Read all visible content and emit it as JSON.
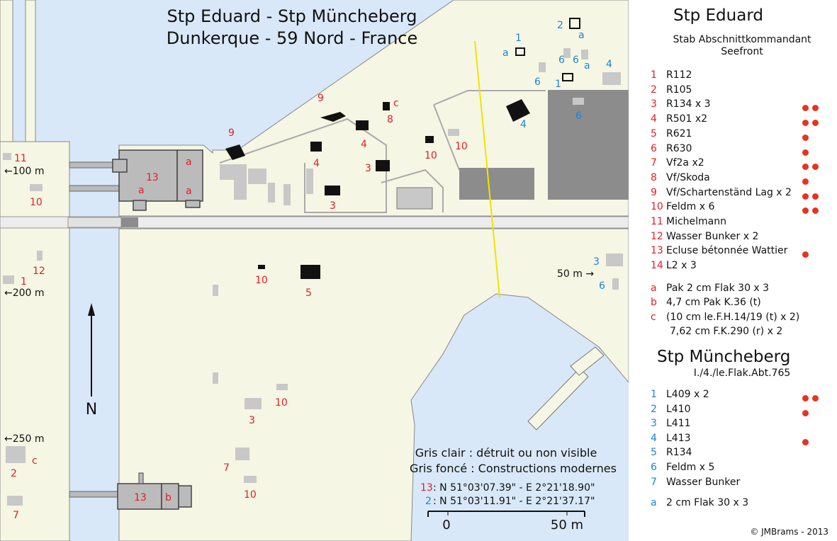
{
  "map": {
    "title_line1": "Stp Eduard  -  Stp Müncheberg",
    "title_line2": "Dunkerque - 59 Nord - France",
    "distances": {
      "d100": "←100 m",
      "d200": "←200 m",
      "d250": "←250 m",
      "d50": "50 m →"
    },
    "north": "N",
    "caption": {
      "light": "Gris clair : détruit ou non visible",
      "dark": "Gris foncé : Constructions modernes",
      "coord1_num": "13",
      "coord1": ":  N 51°03'07.39\" - E 2°21'18.90\"",
      "coord2_num": "2",
      "coord2": ":  N 51°03'11.91\" - E 2°21'37.17\""
    },
    "scale": {
      "start": "0",
      "end": "50 m"
    },
    "labels": {
      "red": [
        "9",
        "c",
        "8",
        "9",
        "4",
        "3",
        "10",
        "10",
        "4",
        "3",
        "13",
        "a",
        "a",
        "a",
        "11",
        "10",
        "12",
        "1",
        "10",
        "5",
        "10",
        "3",
        "7",
        "10",
        "2",
        "c",
        "7",
        "13",
        "b"
      ],
      "blue": [
        "1",
        "2",
        "a",
        "a",
        "6",
        "6",
        "a",
        "4",
        "6",
        "1",
        "6",
        "4",
        "3",
        "6"
      ]
    }
  },
  "legend": {
    "eduard": {
      "title": "Stp Eduard",
      "sub1": "Stab Abschnittkommandant",
      "sub2": "Seefront",
      "items": [
        {
          "num": "1",
          "label": "R112",
          "dots": 0
        },
        {
          "num": "2",
          "label": "R105",
          "dots": 0
        },
        {
          "num": "3",
          "label": "R134 x 3",
          "dots": 2
        },
        {
          "num": "4",
          "label": "R501 x2",
          "dots": 2
        },
        {
          "num": "5",
          "label": "R621",
          "dots": 1
        },
        {
          "num": "6",
          "label": "R630",
          "dots": 1
        },
        {
          "num": "7",
          "label": "Vf2a x2",
          "dots": 2
        },
        {
          "num": "8",
          "label": "Vf/Skoda",
          "dots": 1
        },
        {
          "num": "9",
          "label": "Vf/Schartenständ Lag x 2",
          "dots": 2
        },
        {
          "num": "10",
          "label": "Feldm x 6",
          "dots": 2
        },
        {
          "num": "11",
          "label": "Michelmann",
          "dots": 0
        },
        {
          "num": "12",
          "label": "Wasser Bunker x 2",
          "dots": 0
        },
        {
          "num": "13",
          "label": "Ecluse bétonnée Wattier",
          "dots": 1
        },
        {
          "num": "14",
          "label": "L2 x 3",
          "dots": 0
        }
      ],
      "weapons": [
        {
          "num": "a",
          "label": "Pak 2 cm Flak 30 x 3"
        },
        {
          "num": "b",
          "label": "4,7 cm Pak K.36 (t)"
        },
        {
          "num": "c",
          "label": "(10 cm le.F.H.14/19 (t) x 2)"
        },
        {
          "num": "",
          "label": "7,62 cm F.K.290 (r)  x 2"
        }
      ]
    },
    "muencheberg": {
      "title": "Stp Müncheberg",
      "sub": "I./4./le.Flak.Abt.765",
      "items": [
        {
          "num": "1",
          "label": "L409 x 2",
          "dots": 2
        },
        {
          "num": "2",
          "label": "L410",
          "dots": 1
        },
        {
          "num": "3",
          "label": "L411",
          "dots": 0
        },
        {
          "num": "4",
          "label": "L413",
          "dots": 1
        },
        {
          "num": "5",
          "label": "R134",
          "dots": 0
        },
        {
          "num": "6",
          "label": "Feldm x 5",
          "dots": 0
        },
        {
          "num": "7",
          "label": "Wasser Bunker",
          "dots": 0
        }
      ],
      "weapons": [
        {
          "num": "a",
          "label": "2 cm Flak 30 x 3"
        }
      ]
    },
    "copyright": "©  JMBrams  -  2013"
  },
  "colors": {
    "water": "#d8e8f8",
    "land": "#f6f6e4",
    "light_grey": "#c8c8c8",
    "dark_grey": "#8c8c8c",
    "red_label": "#e31e24",
    "blue_label": "#1c84d6",
    "dot": "#e8331f",
    "line": "#f0e400"
  }
}
